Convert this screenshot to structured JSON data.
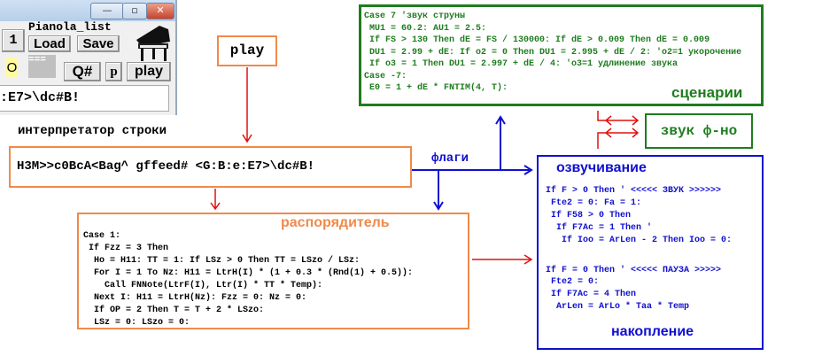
{
  "app": {
    "list_label": "Pianola_list",
    "num_button": "1",
    "load": "Load",
    "save": "Save",
    "indicator": "O",
    "separator": "===",
    "qsharp": "Q#",
    "p": "p",
    "play": "play",
    "input_value": ":E7>\\dc#B!",
    "minimize": "—",
    "maximize": "▫",
    "close": "✕"
  },
  "play_box": "play",
  "interpreter_label": "интерпретатор строки",
  "string_value": "H3M>>c0BcA<Bag^ gffeed# <G:B:e:E7>\\dc#B!",
  "flags_label": "флаги",
  "dispatcher": {
    "title": "распорядитель",
    "lines": [
      "Case 1:",
      " If Fzz = 3 Then",
      "  Ho = H11: TT = 1: If LSz > 0 Then TT = LSzo / LSz:",
      "  For I = 1 To Nz: H11 = LtrH(I) * (1 + 0.3 * (Rnd(1) + 0.5)):",
      "    Call FNNote(LtrF(I), Ltr(I) * TT * Temp):",
      "  Next I: H11 = LtrH(Nz): Fzz = 0: Nz = 0:",
      "  If OP = 2 Then T = T + 2 * LSzo:",
      "  LSz = 0: LSzo = 0:"
    ]
  },
  "scenarios": {
    "title": "сценарии",
    "lines": [
      "Case 7 'звук струны",
      " MU1 = 60.2: AU1 = 2.5:",
      " If FS > 130 Then dE = FS / 130000: If dE > 0.009 Then dE = 0.009",
      " DU1 = 2.99 + dE: If o2 = 0 Then DU1 = 2.995 + dE / 2: 'o2=1 укорочение",
      " If o3 = 1 Then DU1 = 2.997 + dE / 4: 'o3=1 удлинение звука",
      "Case -7:",
      " E0 = 1 + dE * FNTIM(4, T):"
    ]
  },
  "piano_sound": "звук ф-но",
  "voicing": {
    "title": "озвучивание",
    "footer": "накопление",
    "lines": [
      "If F > 0 Then ' <<<<< ЗВУК >>>>>>",
      " Fte2 = 0: Fa = 1:",
      " If F58 > 0 Then",
      "  If F7Ac = 1 Then '",
      "   If Ioo = ArLen - 2 Then Ioo = 0:",
      "",
      "If F = 0 Then ' <<<<< ПАУЗА >>>>>",
      " Fte2 = 0:",
      " If F7Ac = 4 Then",
      "  ArLen = ArLo * Taa * Temp"
    ]
  },
  "colors": {
    "orange": "#f08a4b",
    "green": "#1e7d1e",
    "blue": "#1010d0",
    "red": "#e01010"
  }
}
